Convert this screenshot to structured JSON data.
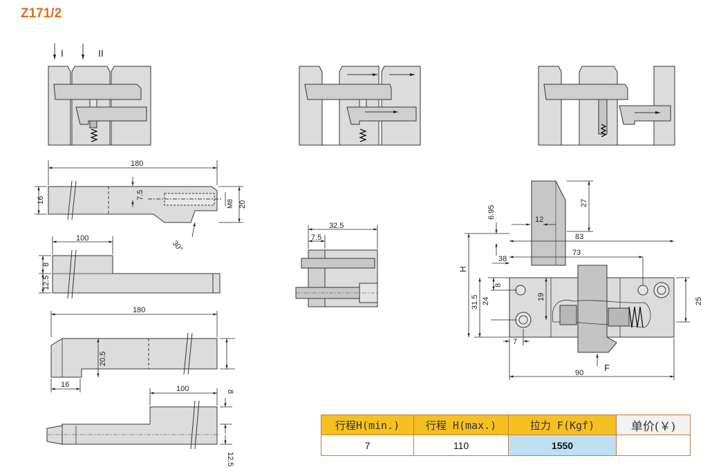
{
  "model": "Z171/2",
  "step_labels": {
    "first": "I",
    "second": "II"
  },
  "dims": {
    "length_total": "180",
    "height_16": "16",
    "height_20": "20",
    "offset_7_5": "7.5",
    "thread": "M8",
    "angle": "30°",
    "length_100": "100",
    "thick_8": "8",
    "thick_12_5": "12.5",
    "dim_20_5": "20.5",
    "pin_32_5": "32.5",
    "pin_7_5": "7.5",
    "top_6_95": "6.95",
    "top_12": "12",
    "top_27": "27",
    "span_83": "83",
    "span_73": "73",
    "span_38": "38",
    "h_label": "H",
    "v_31_5": "31.5",
    "v_24": "24",
    "v_8": "8",
    "v_19": "19",
    "v_25": "25",
    "w_7": "7",
    "w_90": "90",
    "force": "F"
  },
  "table": {
    "headers": [
      "行程H(min.)",
      "行程 H(max.)",
      "拉力 F(Kgf)",
      "单价(￥)"
    ],
    "row": [
      "7",
      "110",
      "1550",
      ""
    ]
  },
  "colors": {
    "title": "#e46b1c",
    "part_fill": "#dcdcdc",
    "table_border": "#c87a3c",
    "header_highlight": "#f5c020",
    "value_highlight": "#bfe0f2"
  }
}
